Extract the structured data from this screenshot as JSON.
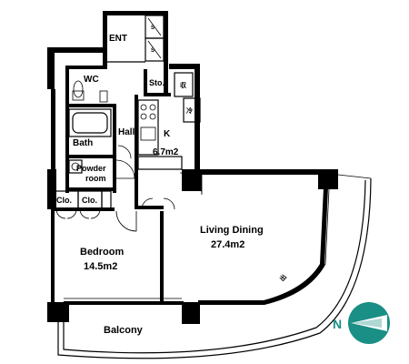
{
  "plan": {
    "rooms": {
      "ent": "ENT",
      "wc": "WC",
      "sto": "Sto.",
      "hall": "Hall",
      "kitchen_name": "K",
      "kitchen_area": "6.7m2",
      "bath": "Bath",
      "powder_1": "Powder",
      "powder_2": "room",
      "clo_1": "Clo.",
      "clo_2": "Clo.",
      "bedroom_name": "Bedroom",
      "bedroom_area": "14.5m2",
      "living_name": "Living Dining",
      "living_area": "27.4m2",
      "balcony": "Balcony"
    },
    "small_marks": {
      "shoes_1": "S",
      "shoes_2": "S",
      "fridge": "冷",
      "shelf": "収",
      "glass": "出"
    },
    "compass": {
      "label": "N",
      "color": "#1a8f85"
    }
  }
}
